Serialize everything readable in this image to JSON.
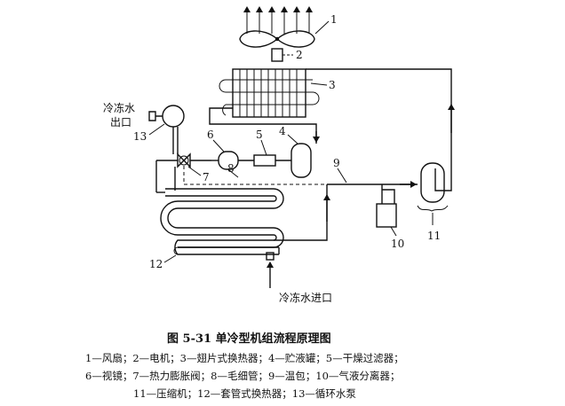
{
  "labels": {
    "n1": "1",
    "n2": "2",
    "n3": "3",
    "n4": "4",
    "n5": "5",
    "n6": "6",
    "n7": "7",
    "n8": "8",
    "n9": "9",
    "n10": "10",
    "n11": "11",
    "n12": "12",
    "n13": "13",
    "water_out_1": "冷冻水",
    "water_out_2": "出口",
    "water_in": "冷冻水进口"
  },
  "caption": {
    "title": "图 5-31   单冷型机组流程原理图",
    "line1": "1—风扇；2—电机；3—翅片式换热器；4—贮液罐；5—干燥过滤器；",
    "line2": "6—视镜；7—热力膨胀阀；8—毛细管；9—温包；10—气液分离器；",
    "line3": "11—压缩机；12—套管式换热器；13—循环水泵"
  }
}
